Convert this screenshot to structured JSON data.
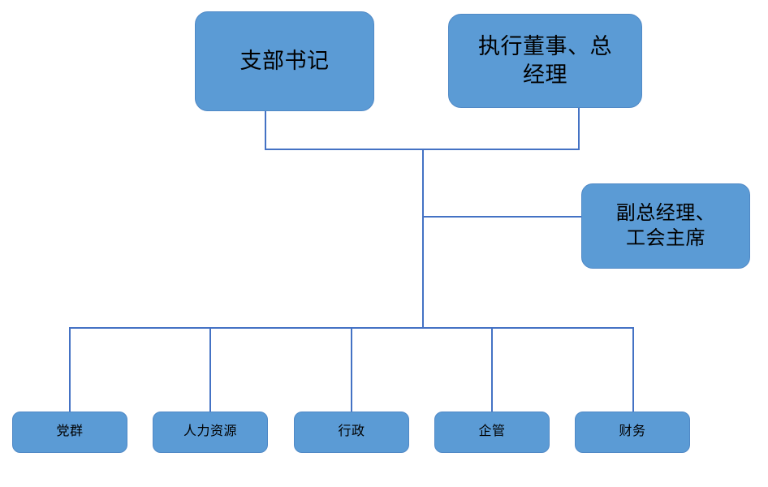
{
  "diagram": {
    "type": "org-chart",
    "title": "",
    "theme": {
      "node_fill": "#5B9BD5",
      "node_border": "#5089C6",
      "connector_color": "#4472C4",
      "text_color": "#000000",
      "background": "#FFFFFF"
    },
    "nodes": {
      "top_left": {
        "label": "支部书记"
      },
      "top_right": {
        "label": "执行董事、总\n经理"
      },
      "side_right": {
        "label": "副总经理、\n工会主席"
      },
      "leaves": [
        {
          "label": "党群"
        },
        {
          "label": "人力资源"
        },
        {
          "label": "行政"
        },
        {
          "label": "企管"
        },
        {
          "label": "财务"
        }
      ]
    }
  }
}
